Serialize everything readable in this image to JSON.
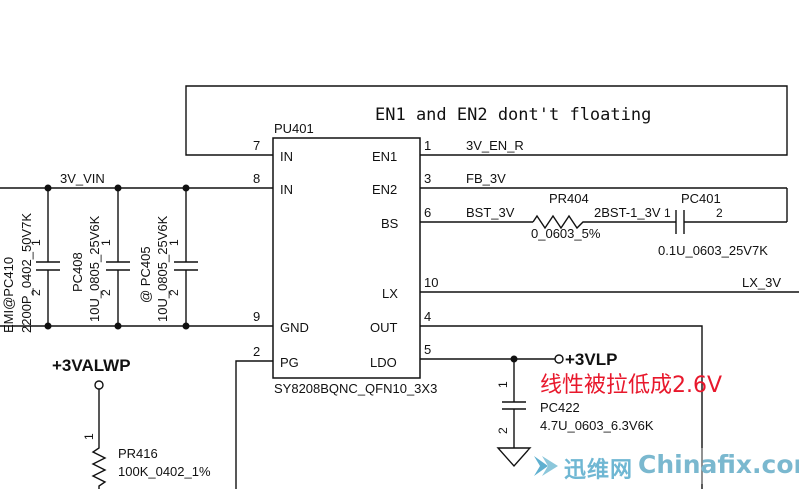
{
  "chip": {
    "refdes": "PU401",
    "part": "SY8208BQNC_QFN10_3X3",
    "left_pins": [
      {
        "num": "7",
        "name": "IN"
      },
      {
        "num": "8",
        "name": "IN"
      },
      {
        "num": "9",
        "name": "GND"
      },
      {
        "num": "2",
        "name": "PG"
      }
    ],
    "right_pins": [
      {
        "num": "1",
        "name": "EN1"
      },
      {
        "num": "3",
        "name": "EN2"
      },
      {
        "num": "6",
        "name": "BS"
      },
      {
        "num": "10",
        "name": "LX"
      },
      {
        "num": "4",
        "name": "OUT"
      },
      {
        "num": "5",
        "name": "LDO"
      }
    ]
  },
  "note": "EN1 and EN2 dont't floating",
  "nets": {
    "vin": "3V_VIN",
    "en_r": "3V_EN_R",
    "fb": "FB_3V",
    "bst": "BST_3V",
    "bst1": "2BST-1_3V",
    "lx": "LX_3V",
    "alwp": "+3VALWP",
    "vlp": "+3VLP"
  },
  "capacitors": {
    "pc410": {
      "ref": "EMI@PC410",
      "value": "2200P_0402_50V7K",
      "pin1": "1",
      "pin2": "2"
    },
    "pc408": {
      "ref": "PC408",
      "value": "10U_0805_25V6K",
      "pin1": "1",
      "pin2": "2"
    },
    "pc405": {
      "ref": "@ PC405",
      "value": "10U_0805_25V6K",
      "pin1": "1",
      "pin2": "2"
    },
    "pc401": {
      "ref": "PC401",
      "value": "0.1U_0603_25V7K",
      "pin1": "1",
      "pin2": "2"
    },
    "pc422": {
      "ref": "PC422",
      "value": "4.7U_0603_6.3V6K",
      "pin1": "1",
      "pin2": "2"
    }
  },
  "resistors": {
    "pr404": {
      "ref": "PR404",
      "value": "0_0603_5%"
    },
    "pr416": {
      "ref": "PR416",
      "value": "100K_0402_1%",
      "pin1": "1"
    }
  },
  "annotation": {
    "text": "线性被拉低成2.6V",
    "color": "#e8182c"
  },
  "watermark": {
    "cn": "迅维网",
    "en": "Chinafix.com"
  }
}
